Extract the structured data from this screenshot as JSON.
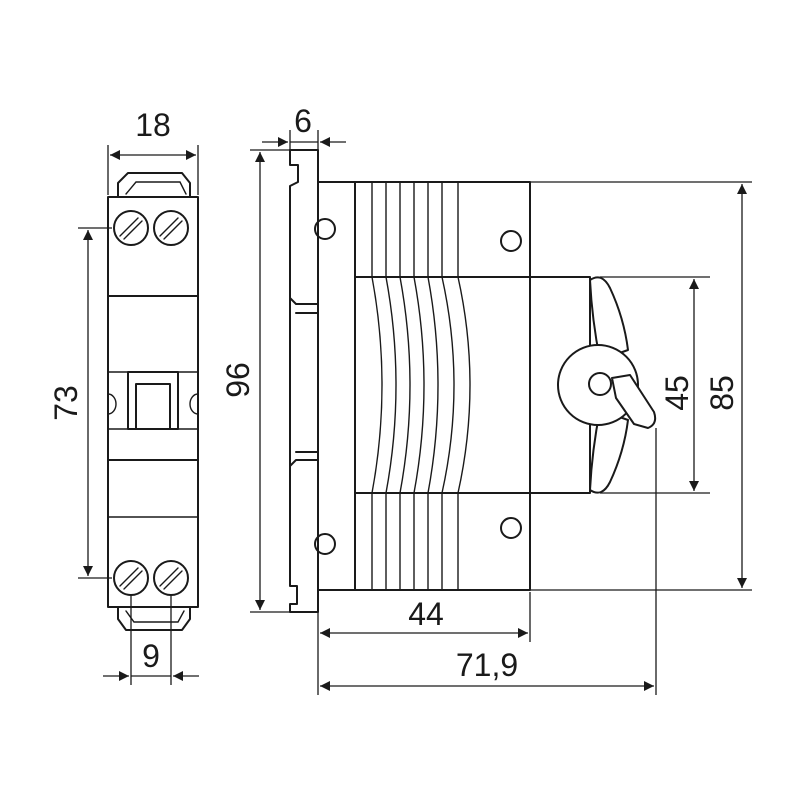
{
  "dimensions": {
    "width_top": "18",
    "terminal_pitch": "9",
    "terminal_spacing": "73",
    "height_overall": "96",
    "clip_depth": "6",
    "body_depth": "44",
    "depth_overall": "71,9",
    "front_face_height": "45",
    "body_height": "85"
  }
}
